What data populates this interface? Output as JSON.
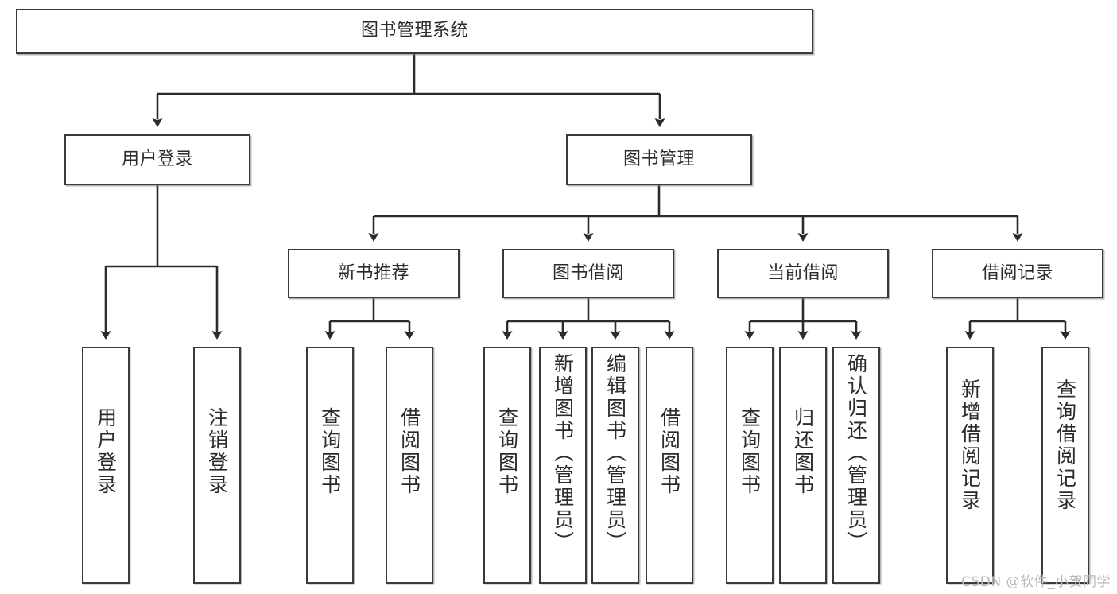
{
  "diagram": {
    "type": "hierarchy-tree",
    "title": "图书管理系统",
    "root": {
      "id": "root",
      "label": "图书管理系统"
    },
    "level2": [
      {
        "id": "user-login",
        "label": "用户登录"
      },
      {
        "id": "book-manage",
        "label": "图书管理"
      }
    ],
    "level3": [
      {
        "id": "new-book-recommend",
        "label": "新书推荐",
        "parent": "book-manage"
      },
      {
        "id": "book-borrow",
        "label": "图书借阅",
        "parent": "book-manage"
      },
      {
        "id": "current-borrow",
        "label": "当前借阅",
        "parent": "book-manage"
      },
      {
        "id": "borrow-record",
        "label": "借阅记录",
        "parent": "book-manage"
      }
    ],
    "leaves": [
      {
        "id": "leaf-user-login",
        "label": "用户登录",
        "parent": "user-login"
      },
      {
        "id": "leaf-logout",
        "label": "注销登录",
        "parent": "user-login"
      },
      {
        "id": "leaf-query-book-1",
        "label": "查询图书",
        "parent": "new-book-recommend"
      },
      {
        "id": "leaf-borrow-book-1",
        "label": "借阅图书",
        "parent": "new-book-recommend"
      },
      {
        "id": "leaf-query-book-2",
        "label": "查询图书",
        "parent": "book-borrow"
      },
      {
        "id": "leaf-add-book",
        "label": "新增图书（管理员）",
        "parent": "book-borrow"
      },
      {
        "id": "leaf-edit-book",
        "label": "编辑图书（管理员）",
        "parent": "book-borrow"
      },
      {
        "id": "leaf-borrow-book-2",
        "label": "借阅图书",
        "parent": "book-borrow"
      },
      {
        "id": "leaf-query-book-3",
        "label": "查询图书",
        "parent": "current-borrow"
      },
      {
        "id": "leaf-return-book",
        "label": "归还图书",
        "parent": "current-borrow"
      },
      {
        "id": "leaf-confirm-return",
        "label": "确认归还（管理员）",
        "parent": "current-borrow"
      },
      {
        "id": "leaf-add-record",
        "label": "新增借阅记录",
        "parent": "borrow-record"
      },
      {
        "id": "leaf-query-record",
        "label": "查询借阅记录",
        "parent": "borrow-record"
      }
    ],
    "colors": {
      "stroke": "#3a3a3a",
      "fill": "#ffffff",
      "text": "#2b2b2b",
      "watermark": "#b8b8b8"
    }
  },
  "watermark": {
    "text": "CSDN @软件_小贺同学"
  }
}
